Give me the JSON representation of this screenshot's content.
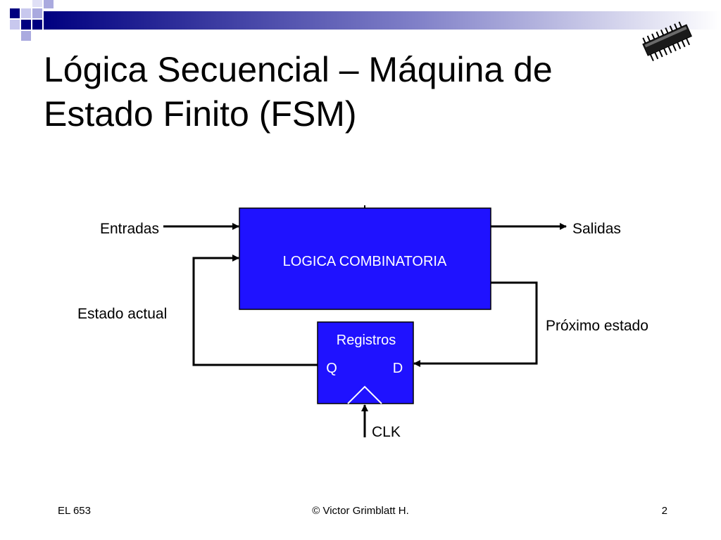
{
  "slide": {
    "title_line1": "Lógica Secuencial – Máquina de",
    "title_line2": "Estado Finito (FSM)"
  },
  "diagram": {
    "combinational_block": "LOGICA COMBINATORIA",
    "register_block": "Registros",
    "register_output": "Q",
    "register_input": "D",
    "inputs_label": "Entradas",
    "outputs_label": "Salidas",
    "current_state_label": "Estado actual",
    "next_state_label": "Próximo estado",
    "clock_label": "CLK"
  },
  "footer": {
    "course": "EL 653",
    "copyright": "© Victor Grimblatt H.",
    "page_number": "2"
  },
  "colors": {
    "block_fill": "#1f12ff",
    "block_text": "#ffffff",
    "decor_navy": "#000080",
    "decor_lavender": "#aaaadf"
  },
  "icons": {
    "decoration": "corner-squares",
    "logo": "ic-chip-icon"
  }
}
